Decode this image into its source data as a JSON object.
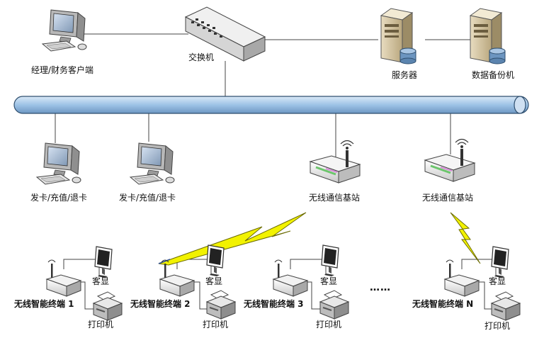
{
  "labels": {
    "manager_client": "经理/财务客户端",
    "switch": "交换机",
    "server": "服务器",
    "backup": "数据备份机",
    "card_station_1": "发卡/充值/退卡",
    "card_station_2": "发卡/充值/退卡",
    "base_station_1": "无线通信基站",
    "base_station_2": "无线通信基站",
    "terminal_1": "无线智能终端 1",
    "terminal_2": "无线智能终端 2",
    "terminal_3": "无线智能终端 3",
    "terminal_n": "无线智能终端 N",
    "display": "客显",
    "printer": "打印机",
    "ellipsis": "……"
  },
  "colors": {
    "bus": "#9ec3e6",
    "bus_stroke": "#2f4f6f",
    "lightning": "#f2f200",
    "lightning_stroke": "#6a6a00",
    "line": "#444444"
  }
}
